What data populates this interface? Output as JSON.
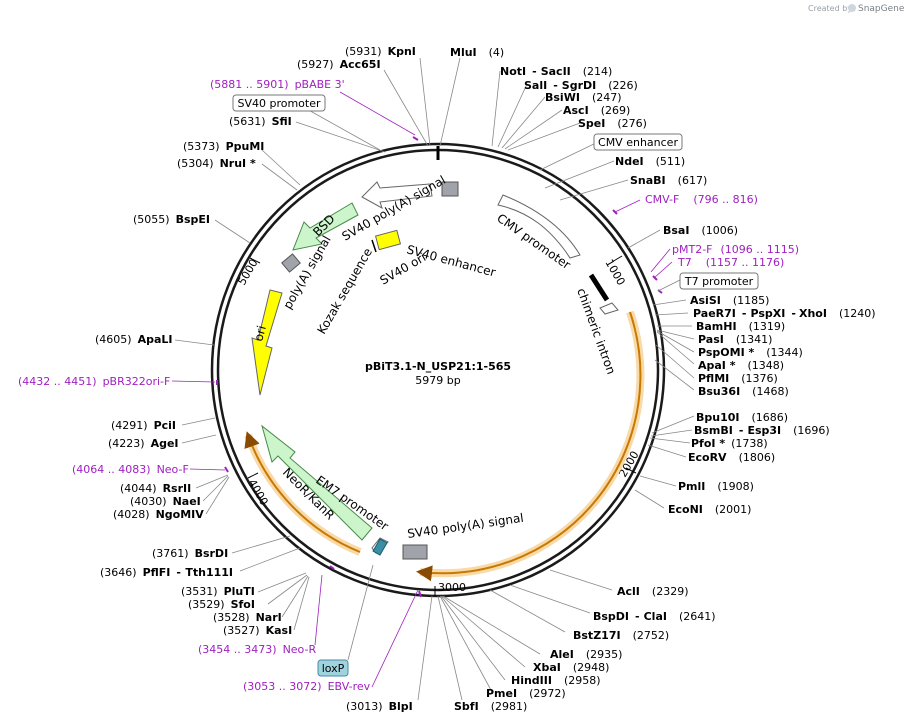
{
  "credit": {
    "prefix": "Created by",
    "brand": "SnapGene",
    "icon": "snapgene-logo-icon"
  },
  "plasmid": {
    "name": "pBiT3.1-N_USP21:1-565",
    "size_label": "5979 bp"
  },
  "ticks": [
    "1000",
    "2000",
    "3000",
    "4000",
    "5000"
  ],
  "sites": [
    {
      "pos": "(5931)",
      "name": "KpnI"
    },
    {
      "pos": "(5927)",
      "name": "Acc65I"
    },
    {
      "pos": "(5631)",
      "name": "SfiI"
    },
    {
      "pos": "(5373)",
      "name": "PpuMI"
    },
    {
      "pos": "(5304)",
      "name": "NruI *"
    },
    {
      "pos": "(5055)",
      "name": "BspEI"
    },
    {
      "pos": "(4605)",
      "name": "ApaLI"
    },
    {
      "pos": "(4291)",
      "name": "PciI"
    },
    {
      "pos": "(4223)",
      "name": "AgeI"
    },
    {
      "pos": "(4044)",
      "name": "RsrII"
    },
    {
      "pos": "(4030)",
      "name": "NaeI"
    },
    {
      "pos": "(4028)",
      "name": "NgoMIV"
    },
    {
      "pos": "(3761)",
      "name": "BsrDI"
    },
    {
      "pos": "(3646)",
      "name": "PflFI",
      "alt": "Tth111I"
    },
    {
      "pos": "(3531)",
      "name": "PluTI"
    },
    {
      "pos": "(3529)",
      "name": "SfoI"
    },
    {
      "pos": "(3528)",
      "name": "NarI"
    },
    {
      "pos": "(3527)",
      "name": "KasI"
    },
    {
      "pos": "(3013)",
      "name": "BlpI"
    },
    {
      "pos": "(4)",
      "name": "MluI"
    },
    {
      "pos": "(214)",
      "name": "NotI",
      "alt": "SacII"
    },
    {
      "pos": "(226)",
      "name": "SalI",
      "alt": "SgrDI"
    },
    {
      "pos": "(247)",
      "name": "BsiWI"
    },
    {
      "pos": "(269)",
      "name": "AscI"
    },
    {
      "pos": "(276)",
      "name": "SpeI"
    },
    {
      "pos": "(511)",
      "name": "NdeI"
    },
    {
      "pos": "(617)",
      "name": "SnaBI"
    },
    {
      "pos": "(1006)",
      "name": "BsaI"
    },
    {
      "pos": "(1185)",
      "name": "AsiSI"
    },
    {
      "pos": "(1240)",
      "name": "PaeR7I",
      "alt": "PspXI",
      "alt2": "XhoI"
    },
    {
      "pos": "(1319)",
      "name": "BamHI"
    },
    {
      "pos": "(1341)",
      "name": "PasI"
    },
    {
      "pos": "(1344)",
      "name": "PspOMI *"
    },
    {
      "pos": "(1348)",
      "name": "ApaI *"
    },
    {
      "pos": "(1376)",
      "name": "PflMI"
    },
    {
      "pos": "(1468)",
      "name": "Bsu36I"
    },
    {
      "pos": "(1686)",
      "name": "Bpu10I"
    },
    {
      "pos": "(1696)",
      "name": "BsmBI",
      "alt": "Esp3I"
    },
    {
      "pos": "(1738)",
      "name": "PfoI *"
    },
    {
      "pos": "(1806)",
      "name": "EcoRV"
    },
    {
      "pos": "(1908)",
      "name": "PmlI"
    },
    {
      "pos": "(2001)",
      "name": "EcoNI"
    },
    {
      "pos": "(2329)",
      "name": "AclI"
    },
    {
      "pos": "(2641)",
      "name": "BspDI",
      "alt": "ClaI"
    },
    {
      "pos": "(2752)",
      "name": "BstZ17I"
    },
    {
      "pos": "(2935)",
      "name": "AleI"
    },
    {
      "pos": "(2948)",
      "name": "XbaI"
    },
    {
      "pos": "(2958)",
      "name": "HindIII"
    },
    {
      "pos": "(2972)",
      "name": "PmeI"
    },
    {
      "pos": "(2981)",
      "name": "SbfI"
    }
  ],
  "primers": [
    {
      "range": "(5881 .. 5901)",
      "name": "pBABE 3'"
    },
    {
      "range": "(796 .. 816)",
      "name": "CMV-F"
    },
    {
      "range": "(1096 .. 1115)",
      "name": "pMT2-F"
    },
    {
      "range": "(1157 .. 1176)",
      "name": "T7"
    },
    {
      "range": "(4432 .. 4451)",
      "name": "pBR322ori-F"
    },
    {
      "range": "(4064 .. 4083)",
      "name": "Neo-F"
    },
    {
      "range": "(3454 .. 3473)",
      "name": "Neo-R"
    },
    {
      "range": "(3053 .. 3072)",
      "name": "EBV-rev"
    }
  ],
  "boxed": [
    "SV40 promoter",
    "CMV enhancer",
    "T7 promoter",
    "loxP"
  ],
  "features": [
    "SV40 poly(A) signal",
    "BSD",
    "poly(A) signal",
    "SV40 enhancer",
    "Kozak sequence",
    "SV40 ori",
    "CMV promoter",
    "chimeric intron",
    "ori",
    "EM7 promoter",
    "NeoR/KanR",
    "SV40 poly(A) signal"
  ],
  "colors": {
    "backbone": "#1a1a1a",
    "ori": "#ffff00",
    "marker": "#ccf5cc",
    "cds": "#f5a623",
    "promoter_box": "#ffffff",
    "primer": "#a020c0",
    "loxp": "#9fd3e0",
    "gray_block": "#a0a4aa"
  }
}
